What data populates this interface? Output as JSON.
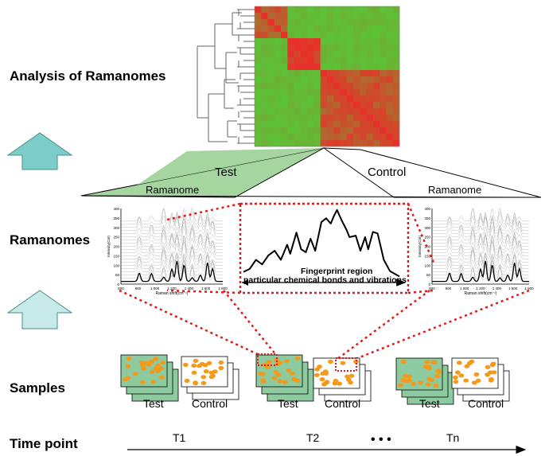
{
  "rows": {
    "analysis": "Analysis of Ramanomes",
    "ramanomes": "Ramanomes",
    "samples": "Samples",
    "time_point": "Time point"
  },
  "trapezoid": {
    "test": "Test",
    "control": "Control",
    "ramanome_left": "Ramanome",
    "ramanome_right": "Ramanome"
  },
  "fingerprint": {
    "line1": "Fingerprint region",
    "line2": "particular chemical bonds and vibrations"
  },
  "spectrum_axes": {
    "ylabel": "Intensity(Cnt)",
    "xlabel": "Raman shift(cm⁻¹)",
    "yticks": [
      "400",
      "350",
      "300",
      "250",
      "200",
      "150",
      "100",
      "50",
      "0"
    ],
    "xticks": [
      "600",
      "800",
      "1 000",
      "1 200",
      "1 400",
      "1 600",
      "1 800"
    ]
  },
  "samples": {
    "groups": [
      {
        "test": "Test",
        "control": "Control"
      },
      {
        "test": "Test",
        "control": "Control"
      },
      {
        "test": "Test",
        "control": "Control"
      }
    ]
  },
  "timeline": {
    "points": [
      "T1",
      "T2",
      "Tn"
    ],
    "ellipsis": "• • •"
  },
  "colors": {
    "heat_green": "#5bc236",
    "heat_red": "#e8302a",
    "up_arrow_dark": "#7ccdc9",
    "up_arrow_light": "#bfe6e6",
    "trapezoid_green": "#9fd19a",
    "sample_test_fill": "#8ecaa0",
    "dot_orange": "#f39a1c",
    "dotted_red": "#e01b1b"
  }
}
